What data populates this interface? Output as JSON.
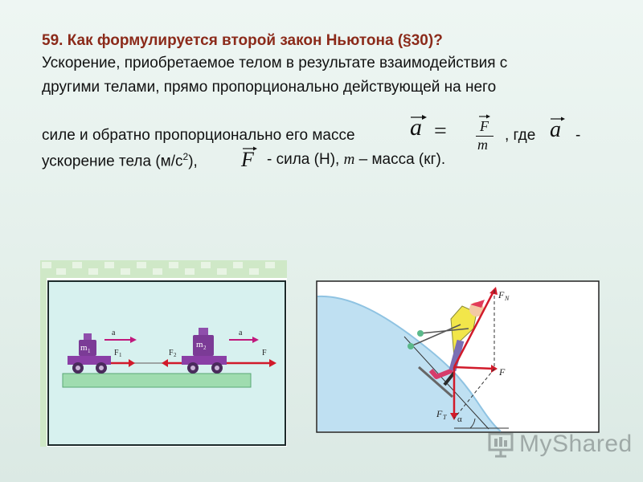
{
  "slide": {
    "title": "59. Как формулируется второй закон Ньютона (§30)?",
    "line1": "Ускорение, приобретаемое телом в результате взаимодействия с",
    "line2": "другими телами, прямо пропорционально действующей на него",
    "line3_start": "силе и обратно пропорционально его массе",
    "line3_end": ", где",
    "dash": "-",
    "line4_a": "ускорение тела (м/с",
    "line4_sup": "2",
    "line4_b": "),",
    "line4_c": "- сила (Н),",
    "line4_m": "m",
    "line4_d": "– масса (кг).",
    "formula": {
      "a": "a",
      "eq": "=",
      "num": "F",
      "den": "m"
    },
    "var_a": "a",
    "var_F": "F"
  },
  "left_figure": {
    "mass1": "m",
    "mass1_sub": "1",
    "mass2": "m",
    "mass2_sub": "2",
    "acc1": "a",
    "acc2": "a",
    "force1": "F",
    "force1_sub": "1",
    "force2": "F",
    "force2_sub": "2",
    "force3": "F"
  },
  "right_figure": {
    "fn": "F",
    "fn_sub": "N",
    "f": "F",
    "ft": "F",
    "ft_sub": "T",
    "alpha": "α"
  },
  "watermark": {
    "text": "MyShared"
  },
  "colors": {
    "title": "#8b2a1a",
    "arrow": "#d11a2a",
    "cart": "#7a3d9a",
    "ground": "#9fdcaf",
    "snow": "#bfe0f2"
  }
}
